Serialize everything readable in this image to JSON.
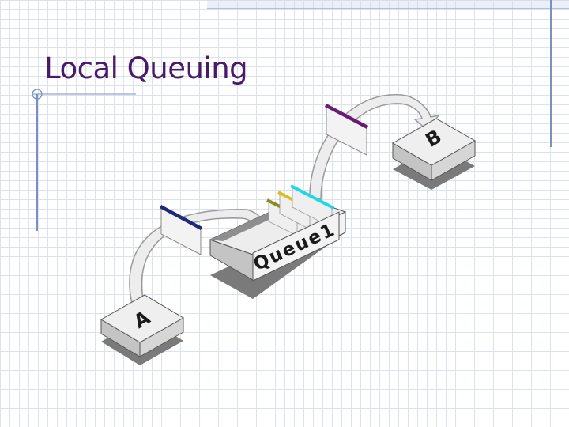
{
  "slide": {
    "title": "Local Queuing"
  },
  "diagram": {
    "node_a_label": "A",
    "node_b_label": "B",
    "queue_label": "Queue1",
    "colors": {
      "title": "#4a1a6a",
      "accent_line": "#7b8fc0",
      "message_to_queue": "#1e2a78",
      "message_to_b": "#6a1b74",
      "queued_message_1": "#8a8a1a",
      "queued_message_2": "#d8c020",
      "queued_message_3": "#20d8e8",
      "platform_top": "#efefef",
      "platform_side": "#c8c8c8",
      "platform_shadow": "#7a7a7a",
      "arrow": "#ededed"
    }
  }
}
